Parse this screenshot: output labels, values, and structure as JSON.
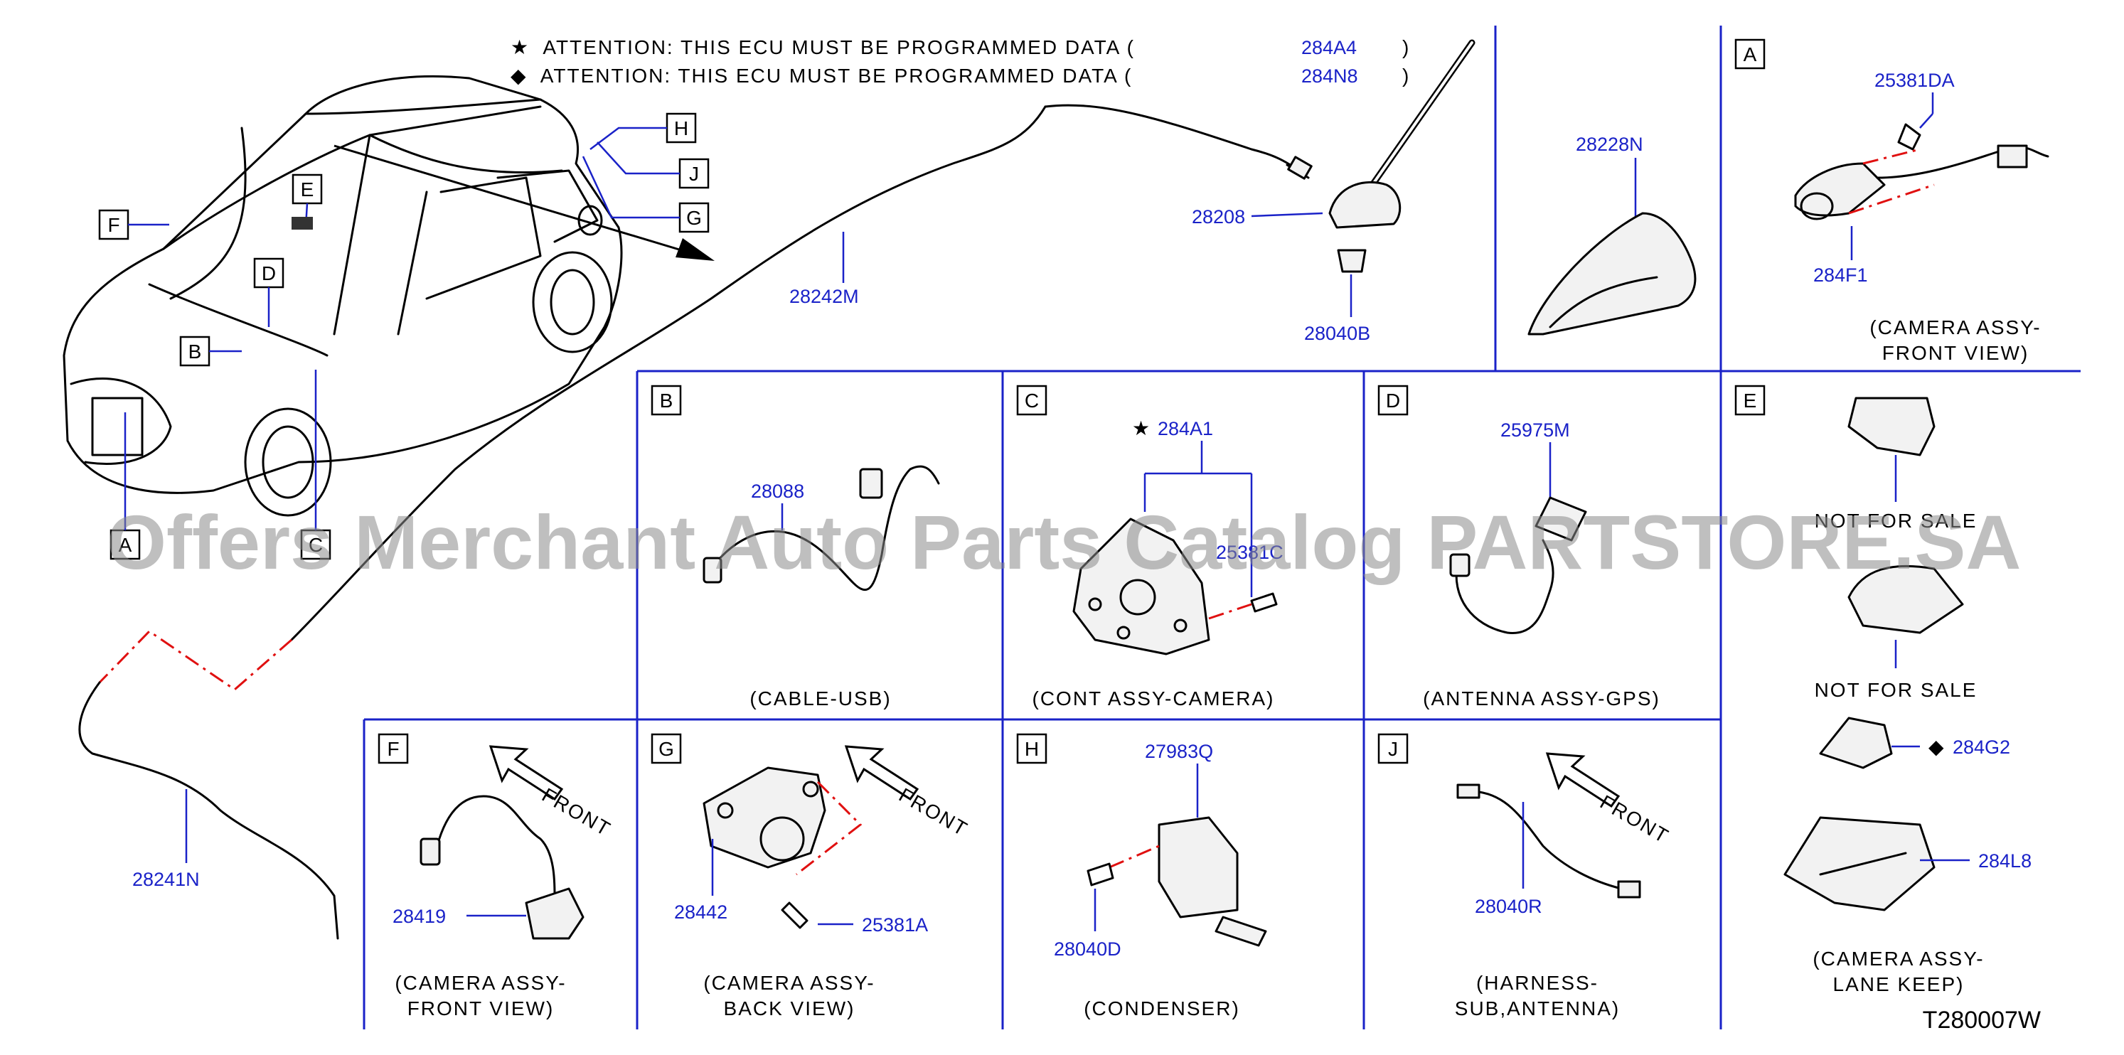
{
  "attention": [
    {
      "symbol": "★",
      "text": "ATTENTION:  THIS  ECU  MUST  BE  PROGRAMMED  DATA  (",
      "part": "284A4",
      "close": ")"
    },
    {
      "symbol": "◆",
      "text": "ATTENTION:  THIS  ECU  MUST  BE  PROGRAMMED  DATA  (",
      "part": "284N8",
      "close": ")"
    }
  ],
  "callouts": {
    "H": "H",
    "J": "J",
    "G": "G",
    "E": "E",
    "F": "F",
    "D": "D",
    "B": "B",
    "A": "A",
    "C": "C"
  },
  "main_parts": {
    "p28208": "28208",
    "p28040B": "28040B",
    "p28242M": "28242M",
    "p28241N": "28241N",
    "p28228N": "28228N"
  },
  "panels": {
    "A": {
      "letter": "A",
      "parts": [
        "25381DA",
        "284F1"
      ],
      "caption": [
        "(CAMERA   ASSY-",
        "FRONT   VIEW)"
      ]
    },
    "B": {
      "letter": "B",
      "parts": [
        "28088"
      ],
      "caption": [
        "(CABLE-USB)"
      ]
    },
    "C": {
      "letter": "C",
      "parts": [
        "284A1",
        "25381C"
      ],
      "star": "★",
      "caption": [
        "(CONT   ASSY-CAMERA)"
      ]
    },
    "D": {
      "letter": "D",
      "parts": [
        "25975M"
      ],
      "caption": [
        "(ANTENNA   ASSY-GPS)"
      ]
    },
    "E": {
      "letter": "E",
      "nfs1": "NOT   FOR   SALE",
      "nfs2": "NOT   FOR   SALE",
      "parts": [
        "284G2",
        "284L8"
      ],
      "diamond": "◆",
      "caption": [
        "(CAMERA   ASSY-",
        "LANE   KEEP)"
      ]
    },
    "F": {
      "letter": "F",
      "parts": [
        "28419"
      ],
      "front": "FRONT",
      "caption": [
        "(CAMERA   ASSY-",
        "FRONT   VIEW)"
      ]
    },
    "G": {
      "letter": "G",
      "parts": [
        "28442",
        "25381A"
      ],
      "front": "FRONT",
      "caption": [
        "(CAMERA   ASSY-",
        "BACK   VIEW)"
      ]
    },
    "H": {
      "letter": "H",
      "parts": [
        "27983Q",
        "28040D"
      ],
      "caption": [
        "(CONDENSER)"
      ]
    },
    "J": {
      "letter": "J",
      "parts": [
        "28040R"
      ],
      "front": "FRONT",
      "caption": [
        "(HARNESS-",
        "SUB,ANTENNA)"
      ]
    }
  },
  "watermark": "Offers Merchant Auto Parts Catalog PARTSTORE.SA",
  "diagram_code": "T280007W"
}
